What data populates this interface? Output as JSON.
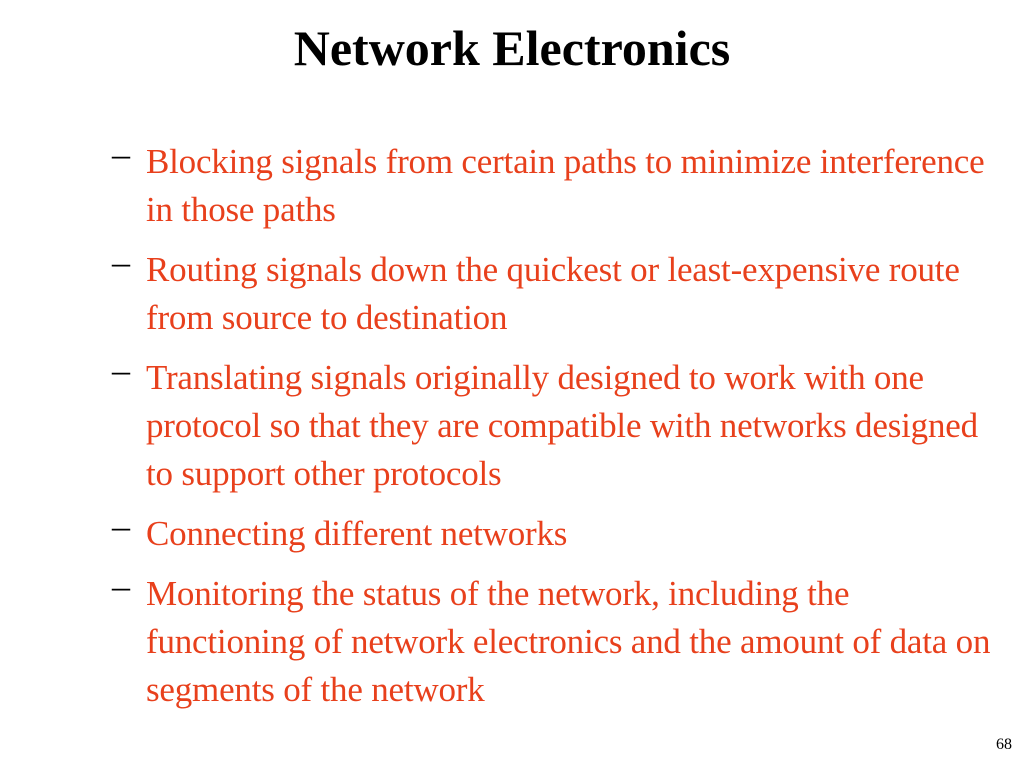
{
  "slide": {
    "title": "Network Electronics",
    "bullet_marker": "–",
    "bullets": [
      "Blocking signals from certain paths to minimize interference in those paths",
      "Routing signals down the quickest or least-expensive route from source to destination",
      "Translating signals originally designed to work with one protocol so that they are compatible with networks designed to support other protocols",
      "Connecting different networks",
      "Monitoring the status of the network, including the functioning of network electronics and the amount of data on segments of the network"
    ],
    "page_number": "68"
  },
  "colors": {
    "title": "#000000",
    "bullet_text": "#e8401c",
    "background": "#ffffff"
  }
}
